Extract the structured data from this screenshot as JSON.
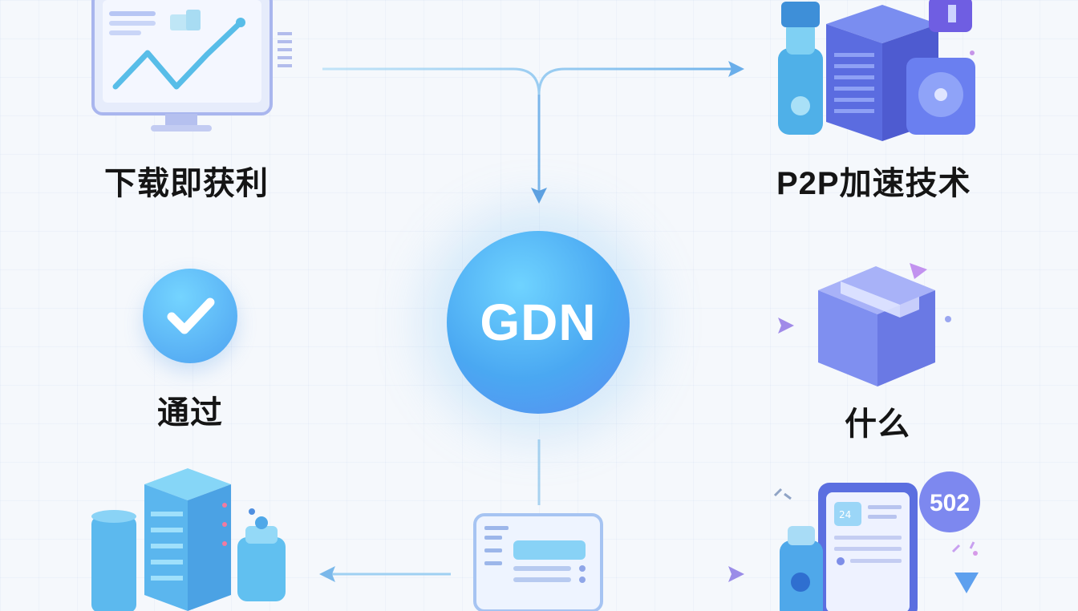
{
  "center": {
    "label": "GDN"
  },
  "nodes": {
    "top_left": {
      "label": "下载即获利",
      "icon": "chart-monitor-icon"
    },
    "top_right": {
      "label": "P2P加速技术",
      "icon": "server-cluster-icon"
    },
    "mid_left": {
      "label": "通过",
      "icon": "checkmark-circle-icon"
    },
    "mid_right": {
      "label": "什么",
      "icon": "package-box-icon"
    },
    "bottom_left": {
      "icon": "server-stack-icon"
    },
    "bottom_center": {
      "icon": "dashboard-panel-icon"
    },
    "bottom_right": {
      "icon": "mobile-device-icon",
      "badge": "502"
    }
  },
  "colors": {
    "connector": "#8fc8f0",
    "arrow_blue": "#5c9fe0",
    "arrow_purple": "#9a8ce8",
    "hub": "#4aa8f2"
  }
}
